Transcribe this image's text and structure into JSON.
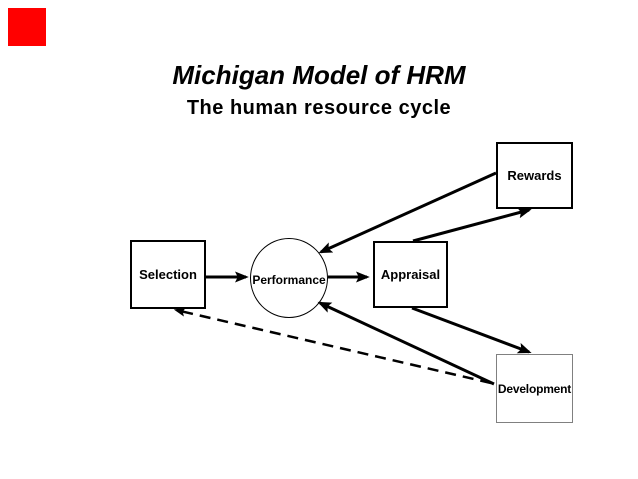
{
  "slide": {
    "title": "Michigan Model of HRM",
    "subtitle": "The human resource cycle",
    "background_color": "#ffffff",
    "text_color": "#000000"
  },
  "decorations": {
    "red_square_color": "#ff0000"
  },
  "diagram": {
    "line_color": "#000000",
    "nodes": {
      "selection": {
        "label": "Selection",
        "shape": "rectangle",
        "border_color": "#000000"
      },
      "performance": {
        "label": "Performance",
        "shape": "circle",
        "border_color": "#000000"
      },
      "appraisal": {
        "label": "Appraisal",
        "shape": "rectangle",
        "border_color": "#000000"
      },
      "rewards": {
        "label": "Rewards",
        "shape": "rectangle",
        "border_color": "#000000"
      },
      "development": {
        "label": "Development",
        "shape": "rectangle",
        "border_color": "#808080"
      }
    },
    "edges": [
      {
        "from": "selection",
        "to": "performance",
        "style": "solid"
      },
      {
        "from": "performance",
        "to": "appraisal",
        "style": "solid"
      },
      {
        "from": "appraisal",
        "to": "rewards",
        "style": "solid"
      },
      {
        "from": "rewards",
        "to": "performance",
        "style": "solid"
      },
      {
        "from": "appraisal",
        "to": "development",
        "style": "solid"
      },
      {
        "from": "development",
        "to": "performance",
        "style": "solid"
      },
      {
        "from": "development",
        "to": "selection",
        "style": "dashed"
      }
    ]
  }
}
